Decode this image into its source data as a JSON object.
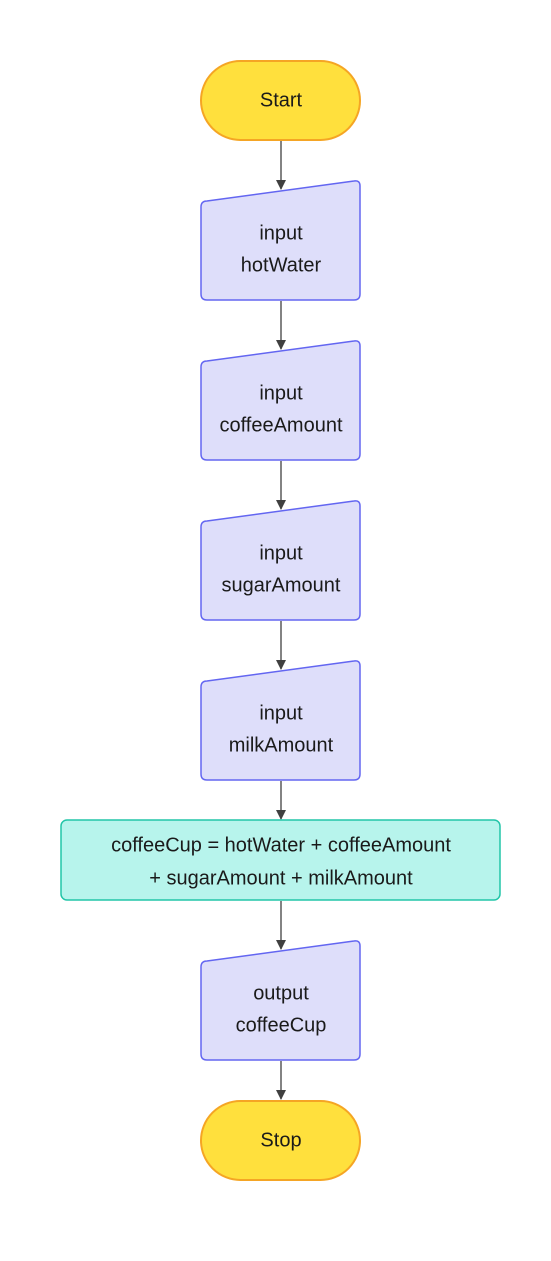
{
  "colors": {
    "terminal_fill": "#FFE03D",
    "terminal_stroke": "#F5A524",
    "io_fill": "#DEDEFA",
    "io_stroke": "#6366F1",
    "process_fill": "#B7F4EC",
    "process_stroke": "#22C5A8",
    "arrow": "#404040"
  },
  "flowchart": {
    "start": {
      "label": "Start"
    },
    "input_hot_water": {
      "line1": "input",
      "line2": "hotWater"
    },
    "input_coffee_amount": {
      "line1": "input",
      "line2": "coffeeAmount"
    },
    "input_sugar_amount": {
      "line1": "input",
      "line2": "sugarAmount"
    },
    "input_milk_amount": {
      "line1": "input",
      "line2": "milkAmount"
    },
    "process_coffee_cup": {
      "line1": "coffeeCup = hotWater + coffeeAmount",
      "line2": "+ sugarAmount + milkAmount"
    },
    "output_coffee_cup": {
      "line1": "output",
      "line2": "coffeeCup"
    },
    "stop": {
      "label": "Stop"
    }
  }
}
